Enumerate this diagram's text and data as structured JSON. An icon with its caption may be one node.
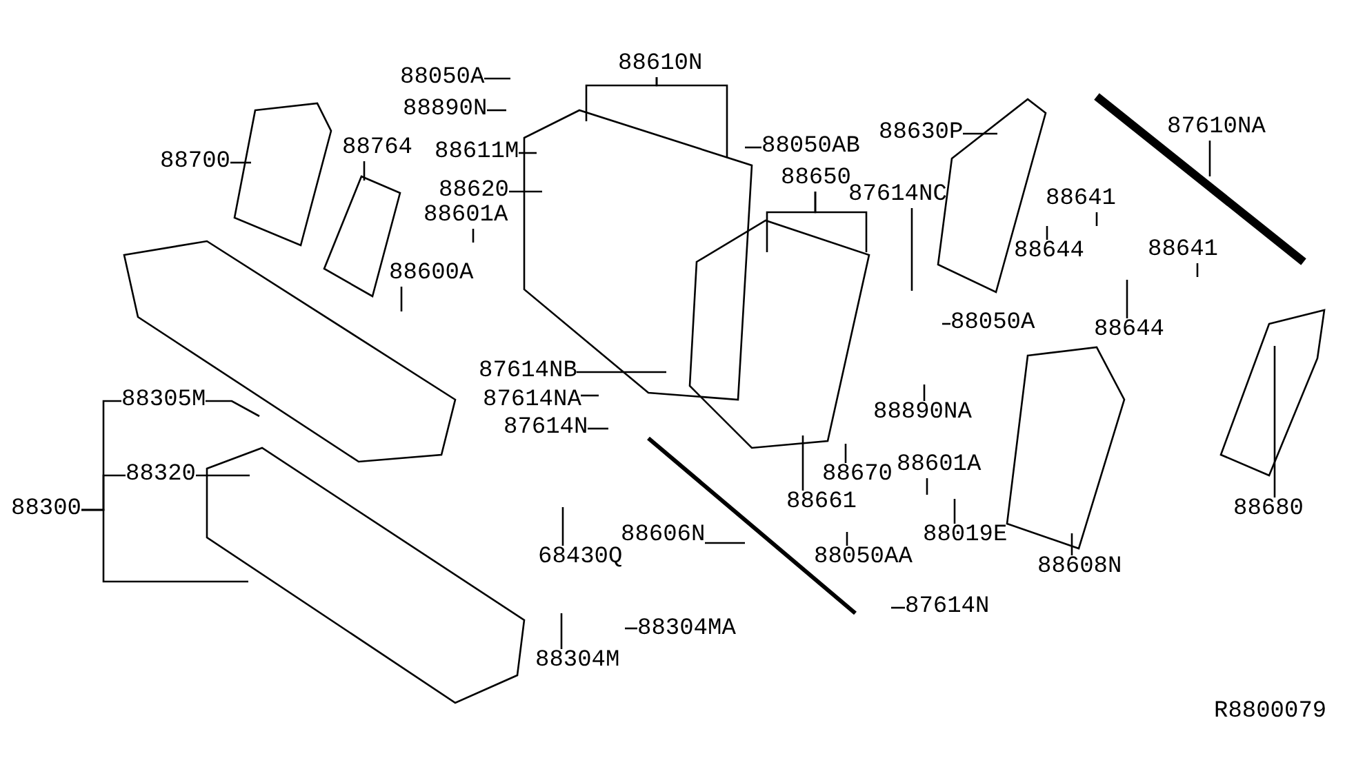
{
  "diagram": {
    "nodes": [
      {
        "text": [
          "88050A"
        ]
      },
      {
        "text": [
          "88890N"
        ]
      },
      {
        "text": [
          "88611M"
        ]
      },
      {
        "text": [
          "88620"
        ]
      },
      {
        "text": [
          "88601A"
        ]
      },
      {
        "text": [
          "88600A"
        ]
      },
      {
        "text": [
          "88700"
        ]
      },
      {
        "text": [
          "88764"
        ]
      },
      {
        "text": [
          "88610N"
        ]
      },
      {
        "text": [
          "88050AB"
        ]
      },
      {
        "text": [
          "88650"
        ]
      },
      {
        "text": [
          "87614NC"
        ]
      },
      {
        "text": [
          "88630P"
        ]
      },
      {
        "text": [
          "87610NA"
        ]
      },
      {
        "text": [
          "88641"
        ]
      },
      {
        "text": [
          "88644"
        ]
      },
      {
        "text": [
          "88641"
        ]
      },
      {
        "text": [
          "88644"
        ]
      },
      {
        "text": [
          "88050A"
        ]
      },
      {
        "text": [
          "88890NA"
        ]
      },
      {
        "text": [
          "87614NB"
        ]
      },
      {
        "text": [
          "87614NA"
        ]
      },
      {
        "text": [
          "87614N"
        ]
      },
      {
        "text": [
          "88305M"
        ]
      },
      {
        "text": [
          "88320"
        ]
      },
      {
        "text": [
          "68430Q"
        ]
      },
      {
        "text": [
          "88304M"
        ]
      },
      {
        "text": [
          "88304MA"
        ]
      },
      {
        "text": [
          "88606N"
        ]
      },
      {
        "text": [
          "88661"
        ]
      },
      {
        "text": [
          "88670"
        ]
      },
      {
        "text": [
          "88601A"
        ]
      },
      {
        "text": [
          "88050AA"
        ]
      },
      {
        "text": [
          "88019E"
        ]
      },
      {
        "text": [
          "87614N"
        ]
      },
      {
        "text": [
          "88608N"
        ]
      },
      {
        "text": [
          "88680"
        ]
      },
      {
        "text": [
          "88300"
        ]
      }
    ],
    "edges": [
      {
        "from": 0,
        "to": null,
        "arrow": "none"
      },
      {
        "from": 1,
        "to": null,
        "arrow": "none"
      },
      {
        "from": 2,
        "to": null,
        "arrow": "none"
      },
      {
        "from": 3,
        "to": null,
        "arrow": "none"
      },
      {
        "from": 4,
        "to": null,
        "arrow": "none"
      },
      {
        "from": 5,
        "to": null,
        "arrow": "none"
      },
      {
        "from": 6,
        "to": null,
        "arrow": "none"
      },
      {
        "from": 7,
        "to": null,
        "arrow": "none"
      },
      {
        "from": 8,
        "to": null,
        "arrow": "none"
      },
      {
        "from": 8,
        "to": null,
        "arrow": "none"
      },
      {
        "from": 9,
        "to": null,
        "arrow": "none"
      },
      {
        "from": 10,
        "to": null,
        "arrow": "none"
      },
      {
        "from": 10,
        "to": null,
        "arrow": "none"
      },
      {
        "from": 11,
        "to": null,
        "arrow": "none"
      },
      {
        "from": 12,
        "to": null,
        "arrow": "none"
      },
      {
        "from": 13,
        "to": null,
        "arrow": "none"
      },
      {
        "from": 14,
        "to": null,
        "arrow": "none"
      },
      {
        "from": 15,
        "to": null,
        "arrow": "none"
      },
      {
        "from": 16,
        "to": null,
        "arrow": "none"
      },
      {
        "from": 17,
        "to": null,
        "arrow": "none"
      },
      {
        "from": 18,
        "to": null,
        "arrow": "none"
      },
      {
        "from": 19,
        "to": null,
        "arrow": "none"
      },
      {
        "from": 20,
        "to": null,
        "arrow": "none"
      },
      {
        "from": 21,
        "to": null,
        "arrow": "none"
      },
      {
        "from": 22,
        "to": null,
        "arrow": "none"
      },
      {
        "from": 23,
        "to": null,
        "arrow": "none"
      },
      {
        "from": 24,
        "to": null,
        "arrow": "none"
      },
      {
        "from": 25,
        "to": null,
        "arrow": "none"
      },
      {
        "from": 26,
        "to": null,
        "arrow": "none"
      },
      {
        "from": 27,
        "to": null,
        "arrow": "none"
      },
      {
        "from": 28,
        "to": null,
        "arrow": "none"
      },
      {
        "from": 29,
        "to": null,
        "arrow": "none"
      },
      {
        "from": 30,
        "to": null,
        "arrow": "none"
      },
      {
        "from": 31,
        "to": null,
        "arrow": "none"
      },
      {
        "from": 32,
        "to": null,
        "arrow": "none"
      },
      {
        "from": 33,
        "to": null,
        "arrow": "none"
      },
      {
        "from": 34,
        "to": null,
        "arrow": "none"
      },
      {
        "from": 35,
        "to": null,
        "arrow": "none"
      },
      {
        "from": 36,
        "to": null,
        "arrow": "none"
      },
      {
        "from": 37,
        "to": 23,
        "arrow": "none"
      },
      {
        "from": 37,
        "to": 24,
        "arrow": "none"
      },
      {
        "from": 37,
        "to": null,
        "arrow": "none"
      }
    ],
    "labels": [
      "R8800079"
    ]
  }
}
